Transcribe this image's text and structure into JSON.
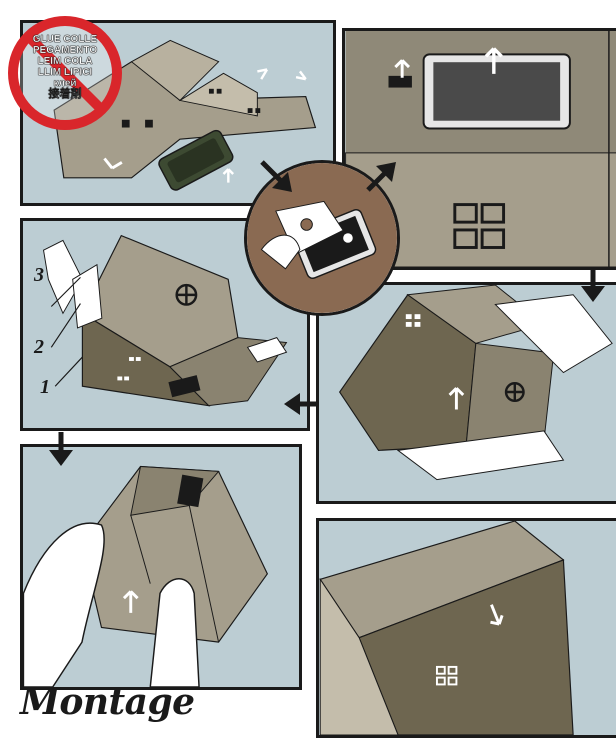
{
  "title": "Montage",
  "no_glue_sign": {
    "lines": [
      "GLUE COLLE",
      "PEGAMENTO",
      "LEIM COLA",
      "LLIM LIPICI",
      "клей",
      "接着剤"
    ],
    "ring_color": "#d9262b"
  },
  "step_numbers": [
    "3",
    "2",
    "1"
  ],
  "colors": {
    "panel_bg": "#bccdd3",
    "cardboard": "#a59e8c",
    "cardboard_dark": "#6e6650",
    "circle_bg": "#8a6a52",
    "border": "#1a1a1a"
  }
}
